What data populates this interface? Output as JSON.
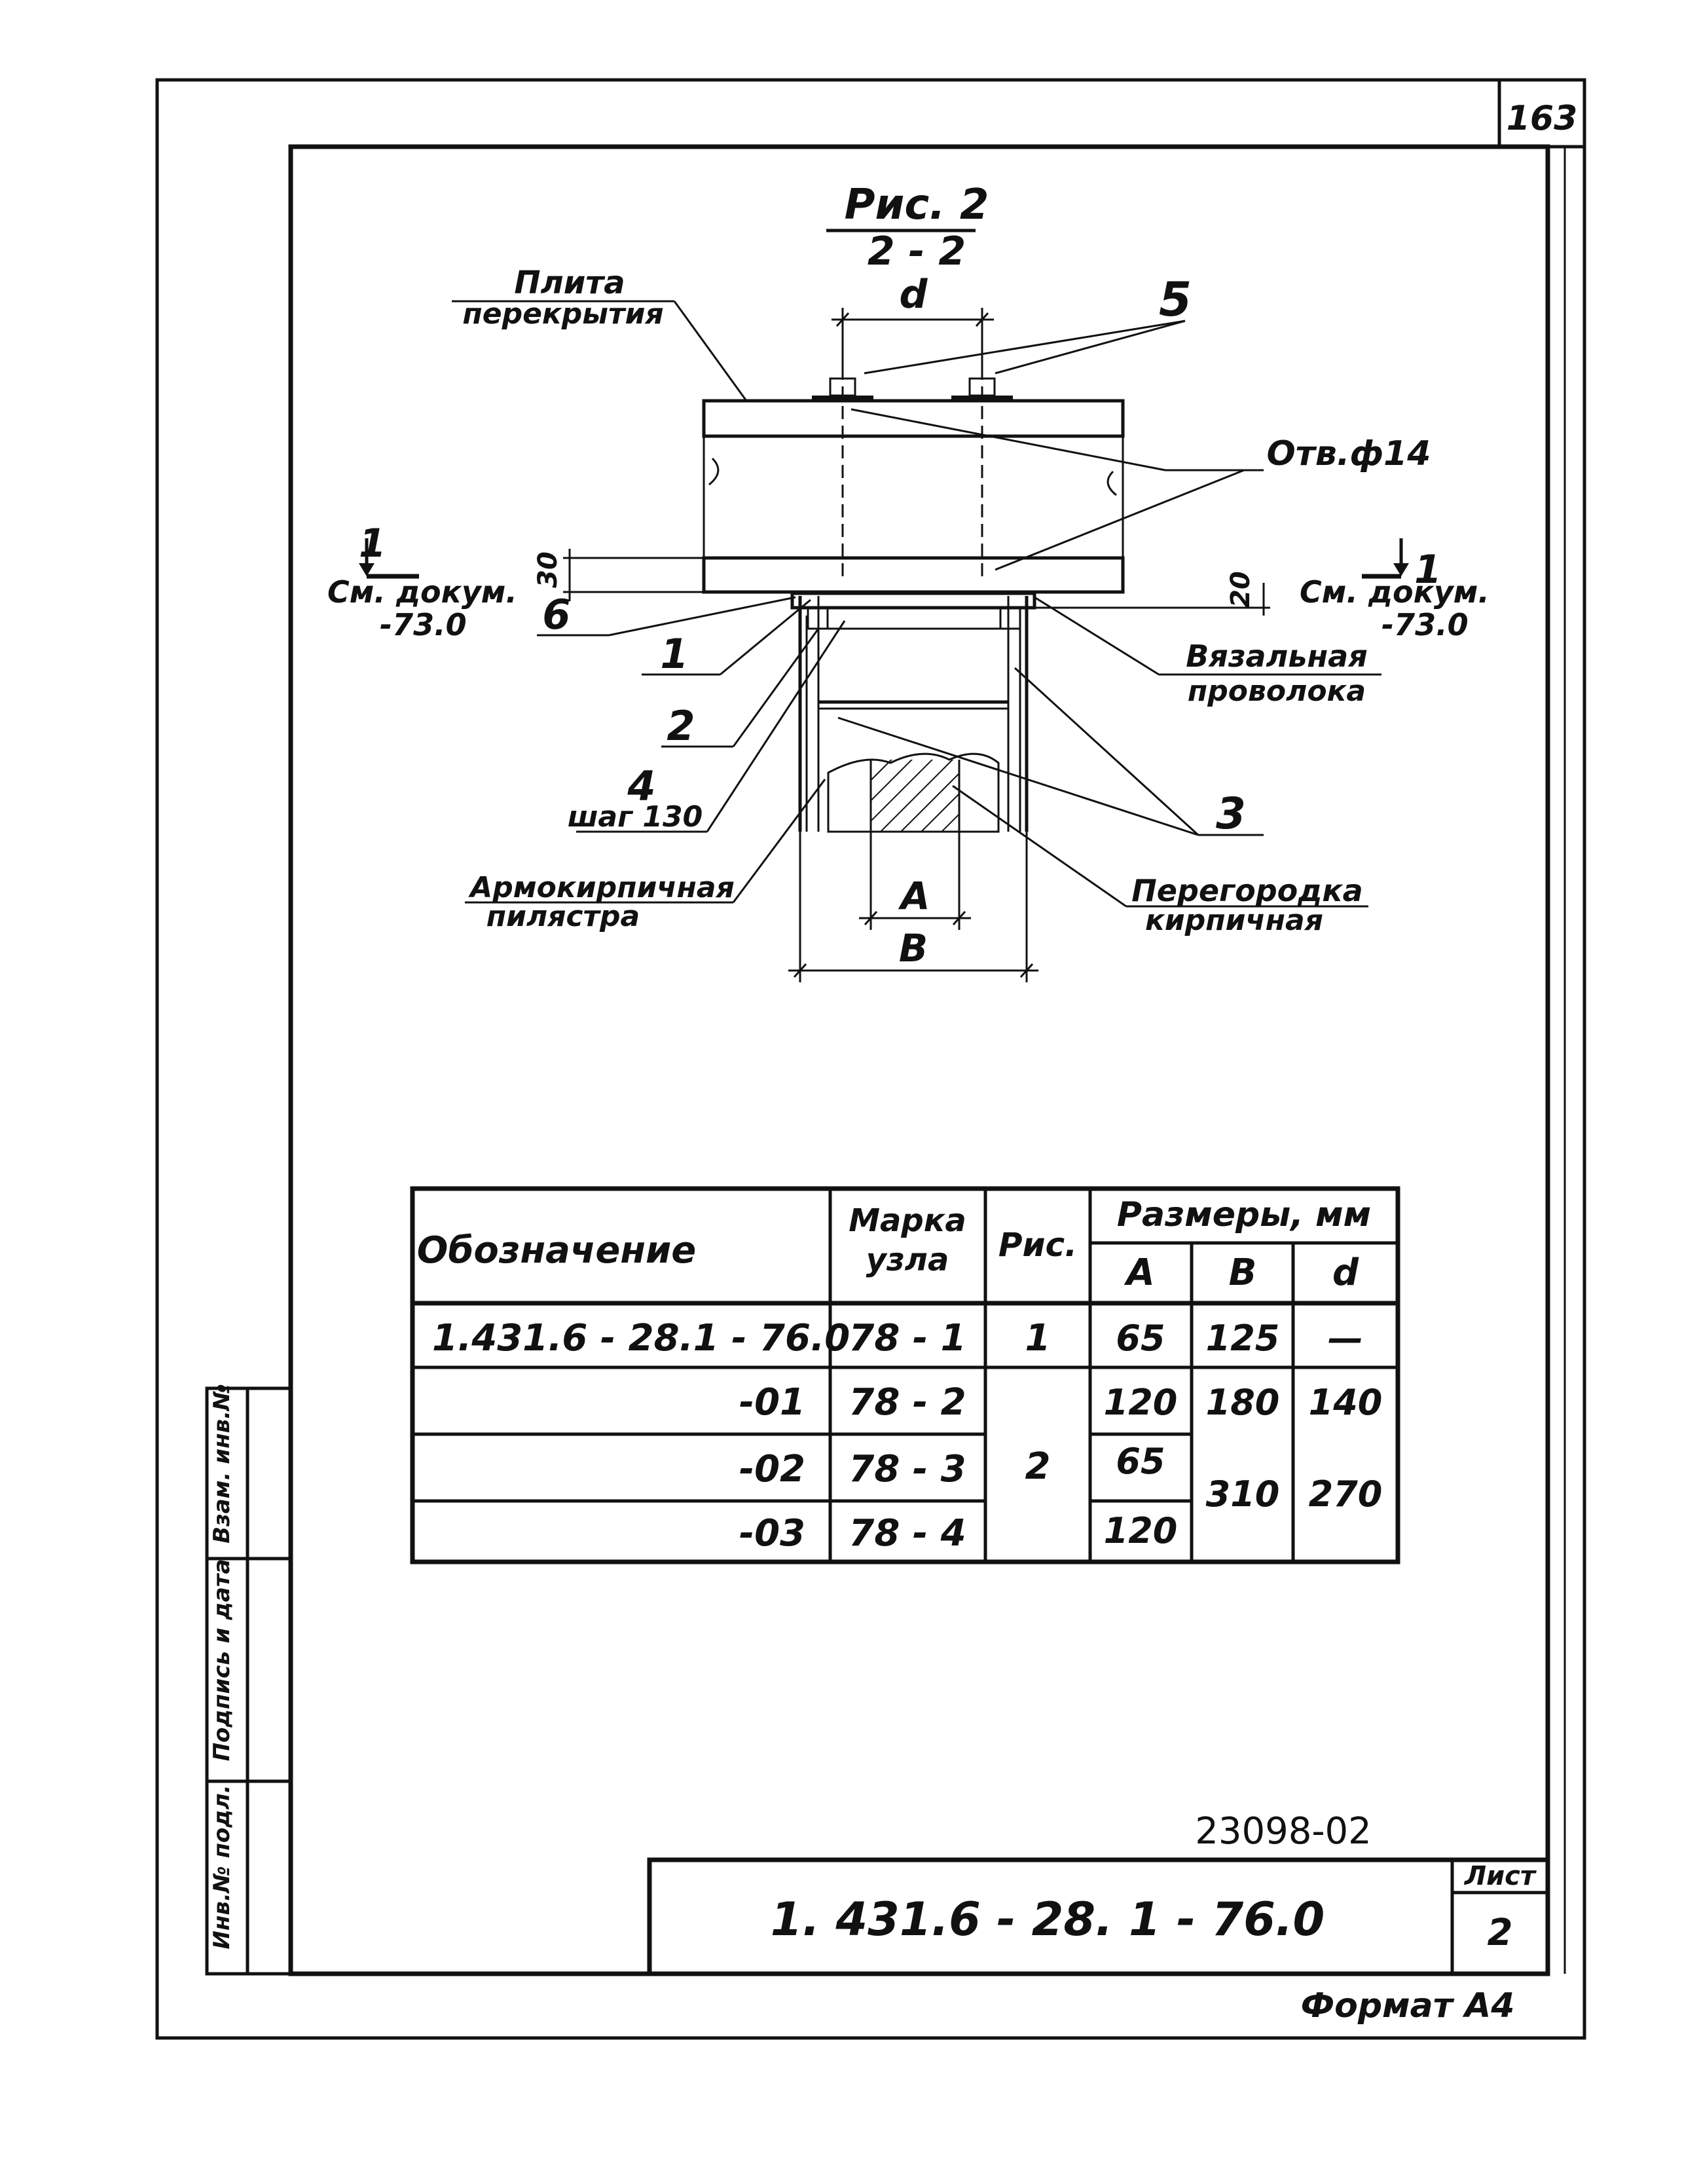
{
  "page_number": "163",
  "figure": {
    "title": "Рис. 2",
    "section": "2 - 2"
  },
  "labels": {
    "slab_line1": "Плита",
    "slab_line2": "перекрытия",
    "dim_d": "d",
    "item_5": "5",
    "hole": "Отв.ф14",
    "section_mark_left": "1",
    "section_mark_right": "1",
    "see_doc_left_line1": "См. докум.",
    "see_doc_left_line2": "-73.0",
    "see_doc_right_line1": "См. докум.",
    "see_doc_right_line2": "-73.0",
    "dim_30": "30",
    "dim_20": "20",
    "item_6": "6",
    "item_1": "1",
    "item_2": "2",
    "item_4": "4",
    "step": "шаг 130",
    "item_3": "3",
    "wire_line1": "Вязальная",
    "wire_line2": "проволока",
    "pilaster_line1": "Армокирпичная",
    "pilaster_line2": "пилястра",
    "partition_line1": "Перегородка",
    "partition_line2": "кирпичная",
    "dim_A": "A",
    "dim_B": "B"
  },
  "table": {
    "headers": {
      "designation": "Обозначение",
      "mark_line1": "Марка",
      "mark_line2": "узла",
      "fig": "Рис.",
      "sizes": "Размеры, мм",
      "A": "A",
      "B": "B",
      "d": "d"
    },
    "rows": [
      {
        "designation": "1.431.6 - 28.1 - 76.0",
        "mark": "78 - 1",
        "fig": "1",
        "A": "65",
        "B": "125",
        "d": "—"
      },
      {
        "designation": "-01",
        "mark": "78 - 2",
        "fig": "",
        "A": "120",
        "B": "180",
        "d": "140"
      },
      {
        "designation": "-02",
        "mark": "78 - 3",
        "fig": "",
        "A": "65",
        "B": "",
        "d": ""
      },
      {
        "designation": "-03",
        "mark": "78 - 4",
        "fig": "",
        "A": "120",
        "B": "",
        "d": ""
      }
    ],
    "merged": {
      "fig_rows_2_4": "2",
      "B_rows_3_4": "310",
      "d_rows_3_4": "270"
    }
  },
  "side_stamp": [
    "Инв.№ подл.",
    "Подпись и дата",
    "Взам. инв.№"
  ],
  "archive_number": "23098-02",
  "title_block": {
    "code": "1. 431.6 - 28. 1 - 76.0",
    "sheet_label": "Лист",
    "sheet_number": "2"
  },
  "format_note": "Формат А4"
}
